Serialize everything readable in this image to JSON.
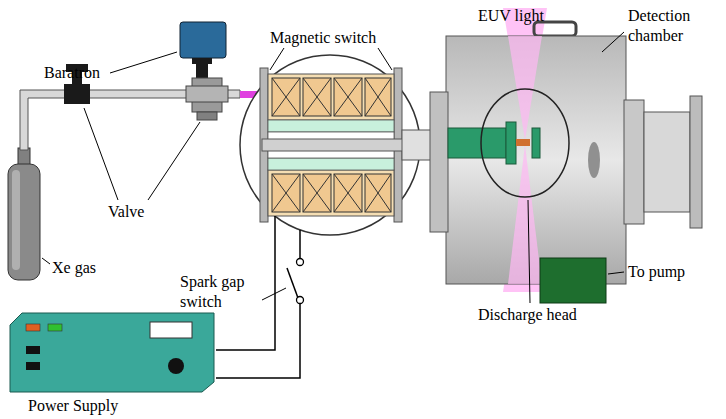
{
  "diagram": {
    "labels": [
      "Baratron",
      "Magnetic switch",
      "EUV light",
      "Detection chamber",
      "Valve",
      "Xe gas",
      "Spark gap switch",
      "To pump",
      "Discharge head",
      "Power Supply"
    ]
  }
}
